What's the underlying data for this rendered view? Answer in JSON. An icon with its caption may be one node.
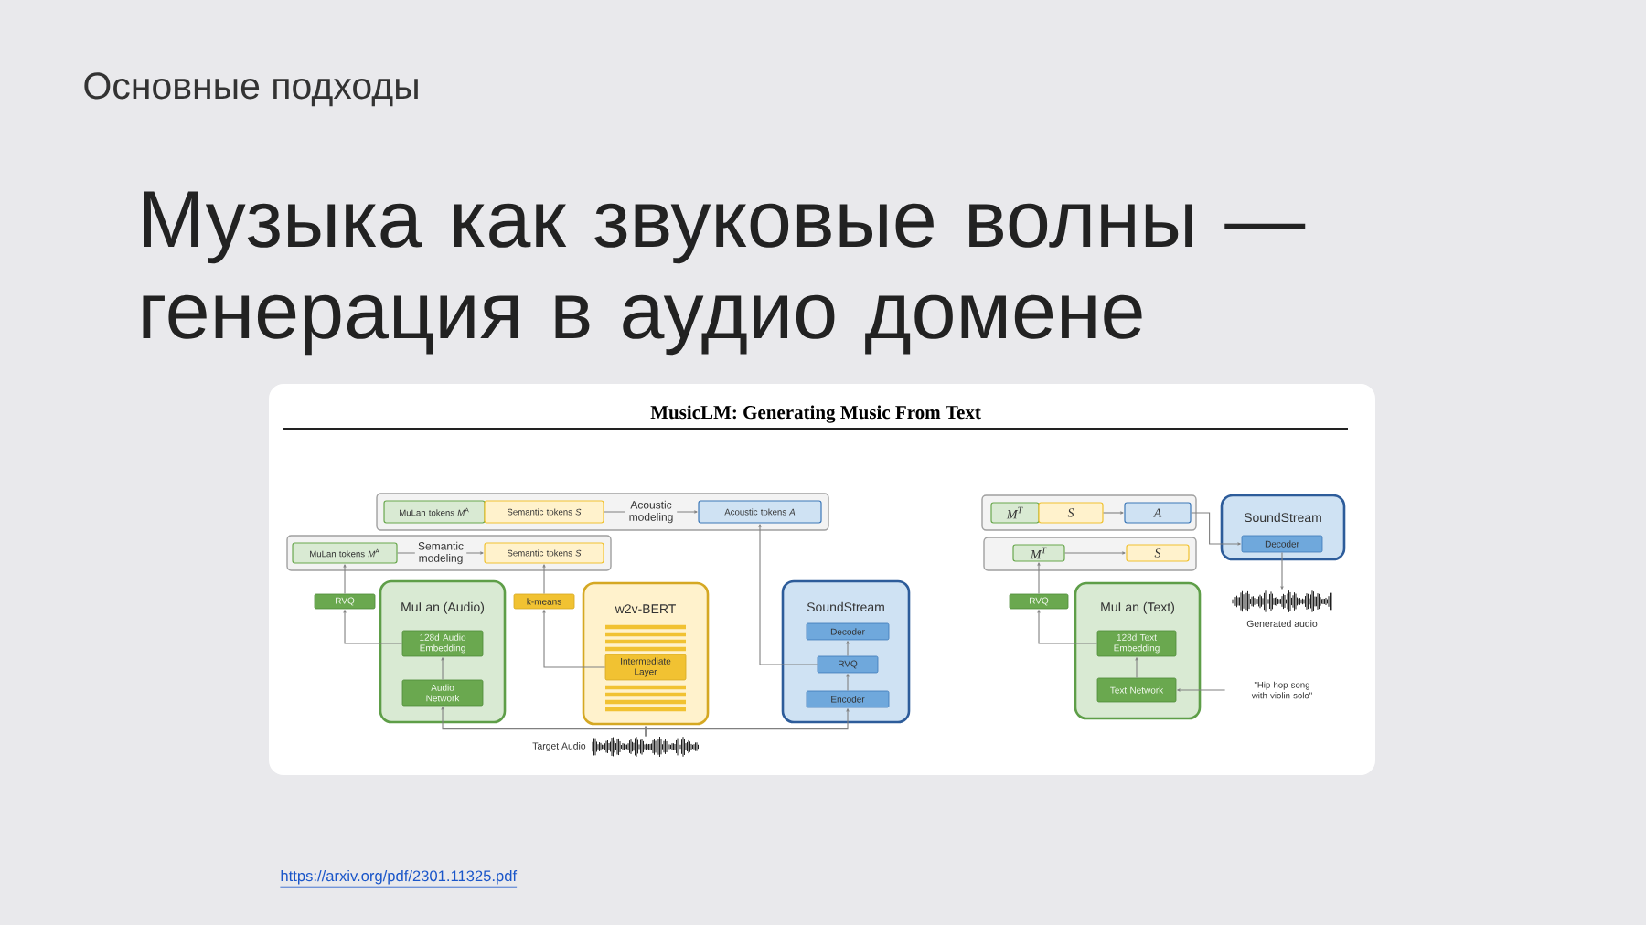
{
  "diagram": {
    "title": "Музыка как звуковые волны — генерация в аудио домене",
    "nodes": [
      {
        "text": [],
        "shape": "box"
      },
      {
        "text": [
          "MuLan tokens *M*$^{A}$"
        ],
        "in": 0
      },
      {
        "text": [
          "Semantic tokens *S*"
        ],
        "in": 0
      },
      {
        "text": [
          "Acoustic tokens *A*"
        ],
        "in": 0
      },
      {
        "text": [],
        "shape": "box"
      },
      {
        "text": [
          "MuLan tokens *M*$^{A}$"
        ],
        "in": 4
      },
      {
        "text": [
          "Semantic tokens *S*"
        ],
        "in": 4
      },
      {
        "text": [
          "RVQ"
        ]
      },
      {
        "text": [
          "MuLan (Audio)"
        ]
      },
      {
        "text": [
          "128d Audio Embedding"
        ],
        "in": 8
      },
      {
        "text": [
          "Audio Network"
        ],
        "in": 8
      },
      {
        "text": [
          "k-means"
        ]
      },
      {
        "text": [
          "w2v-BERT"
        ]
      },
      {
        "text": [
          "Intermediate Layer"
        ],
        "in": 12
      },
      {
        "text": [
          "SoundStream"
        ]
      },
      {
        "text": [
          "Decoder"
        ],
        "in": 14
      },
      {
        "text": [
          "RVQ"
        ],
        "in": 14
      },
      {
        "text": [
          "Encoder"
        ],
        "in": 14
      },
      {
        "text": [],
        "shape": "picture",
        "beside": [
          "Target Audio"
        ]
      },
      {
        "text": [],
        "shape": "box"
      },
      {
        "text": [
          "M$^{T}$"
        ],
        "in": 19
      },
      {
        "text": [
          "S"
        ],
        "in": 19
      },
      {
        "text": [
          "A"
        ],
        "in": 19
      },
      {
        "text": [
          "SoundStream"
        ]
      },
      {
        "text": [
          "Decoder"
        ],
        "in": 23
      },
      {
        "text": [],
        "shape": "picture",
        "beside": [
          "Generated audio"
        ]
      },
      {
        "text": [],
        "shape": "box"
      },
      {
        "text": [
          "M$^{T}$"
        ],
        "in": 26
      },
      {
        "text": [
          "S"
        ],
        "in": 26
      },
      {
        "text": [
          "RVQ"
        ]
      },
      {
        "text": [
          "MuLan (Text)"
        ]
      },
      {
        "text": [
          "128d Text Embedding"
        ],
        "in": 30
      },
      {
        "text": [
          "Text Network"
        ],
        "in": 30
      },
      {
        "text": [
          "\"Hip hop song with violin solo\""
        ]
      }
    ],
    "edges": [
      {
        "from": 2,
        "to": 3,
        "arrow": "to",
        "label": "Acoustic modeling"
      },
      {
        "from": 5,
        "to": 6,
        "arrow": "to",
        "label": "Semantic modeling"
      },
      {
        "from": 7,
        "to": 5,
        "arrow": "to"
      },
      {
        "from": 9,
        "to": 7,
        "arrow": "to"
      },
      {
        "from": 10,
        "to": 9,
        "arrow": "to"
      },
      {
        "from": 11,
        "to": 6,
        "arrow": "to"
      },
      {
        "from": 13,
        "to": 11,
        "arrow": "to"
      },
      {
        "from": 16,
        "to": 3,
        "arrow": "to"
      },
      {
        "from": 17,
        "to": 16,
        "arrow": "to"
      },
      {
        "from": 16,
        "to": 15,
        "arrow": "to"
      },
      {
        "from": 18,
        "to": 10,
        "arrow": "to"
      },
      {
        "from": 18,
        "to": 12,
        "arrow": "to"
      },
      {
        "from": 18,
        "to": 17,
        "arrow": "to"
      },
      {
        "from": 21,
        "to": 22,
        "arrow": "to"
      },
      {
        "from": 22,
        "to": 24,
        "arrow": "to"
      },
      {
        "from": 24,
        "to": 25,
        "arrow": "to"
      },
      {
        "from": 27,
        "to": 28,
        "arrow": "to"
      },
      {
        "from": 29,
        "to": 27,
        "arrow": "to"
      },
      {
        "from": 31,
        "to": 29,
        "arrow": "to"
      },
      {
        "from": 32,
        "to": 31,
        "arrow": "to"
      },
      {
        "from": 33,
        "to": 32,
        "arrow": "to"
      }
    ],
    "labels": [
      "Основные подходы",
      "MusicLM: Generating Music From Text",
      "https://arxiv.org/pdf/2301.11325.pdf"
    ]
  }
}
